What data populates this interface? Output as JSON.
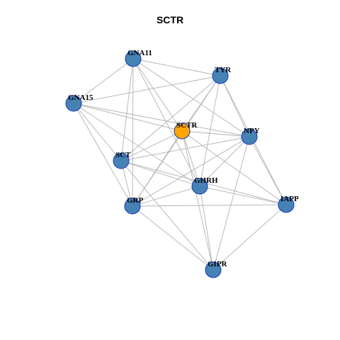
{
  "title": "SCTR",
  "colors": {
    "node_default": "#4682b4",
    "node_highlight": "#ffa500",
    "node_border": "#1f3fbf",
    "edge": "#b3b3b3"
  },
  "nodes": [
    {
      "id": "GNA11",
      "label": "GNA11",
      "highlight": false
    },
    {
      "id": "TYR",
      "label": "TYR",
      "highlight": false
    },
    {
      "id": "GNA15",
      "label": "GNA15",
      "highlight": false
    },
    {
      "id": "SCTR",
      "label": "SCTR",
      "highlight": true
    },
    {
      "id": "NPY",
      "label": "NPY",
      "highlight": false
    },
    {
      "id": "SCT",
      "label": "SCT",
      "highlight": false
    },
    {
      "id": "GHRH",
      "label": "GHRH",
      "highlight": false
    },
    {
      "id": "GRP",
      "label": "GRP",
      "highlight": false
    },
    {
      "id": "IAPP",
      "label": "IAPP",
      "highlight": false
    },
    {
      "id": "GIPR",
      "label": "GIPR",
      "highlight": false
    }
  ],
  "edges": [
    [
      "GNA11",
      "TYR"
    ],
    [
      "GNA11",
      "GNA15"
    ],
    [
      "GNA11",
      "SCTR"
    ],
    [
      "GNA11",
      "NPY"
    ],
    [
      "GNA11",
      "SCT"
    ],
    [
      "GNA11",
      "GHRH"
    ],
    [
      "GNA11",
      "GRP"
    ],
    [
      "TYR",
      "GNA15"
    ],
    [
      "TYR",
      "SCTR"
    ],
    [
      "TYR",
      "NPY"
    ],
    [
      "TYR",
      "SCT"
    ],
    [
      "TYR",
      "GHRH"
    ],
    [
      "TYR",
      "GRP"
    ],
    [
      "TYR",
      "IAPP"
    ],
    [
      "GNA15",
      "SCTR"
    ],
    [
      "GNA15",
      "NPY"
    ],
    [
      "GNA15",
      "SCT"
    ],
    [
      "GNA15",
      "GHRH"
    ],
    [
      "GNA15",
      "GRP"
    ],
    [
      "SCTR",
      "NPY"
    ],
    [
      "SCTR",
      "SCT"
    ],
    [
      "SCTR",
      "GHRH"
    ],
    [
      "SCTR",
      "GRP"
    ],
    [
      "SCTR",
      "IAPP"
    ],
    [
      "SCTR",
      "GIPR"
    ],
    [
      "NPY",
      "SCT"
    ],
    [
      "NPY",
      "GHRH"
    ],
    [
      "NPY",
      "GRP"
    ],
    [
      "NPY",
      "IAPP"
    ],
    [
      "NPY",
      "GIPR"
    ],
    [
      "SCT",
      "GHRH"
    ],
    [
      "SCT",
      "GRP"
    ],
    [
      "SCT",
      "IAPP"
    ],
    [
      "SCT",
      "GIPR"
    ],
    [
      "GHRH",
      "GRP"
    ],
    [
      "GHRH",
      "IAPP"
    ],
    [
      "GHRH",
      "GIPR"
    ],
    [
      "GRP",
      "IAPP"
    ],
    [
      "GRP",
      "GIPR"
    ],
    [
      "IAPP",
      "GIPR"
    ]
  ]
}
